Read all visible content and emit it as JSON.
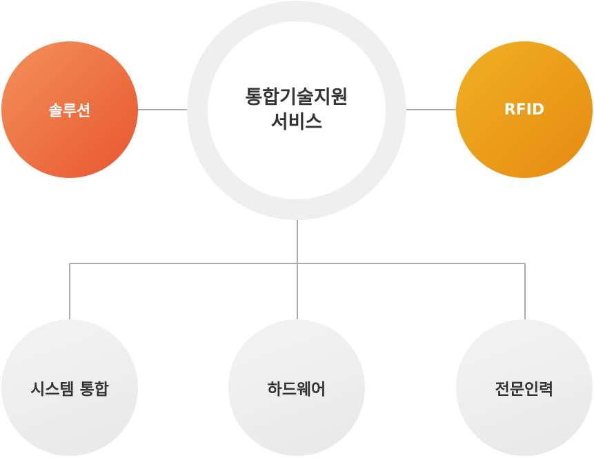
{
  "center": {
    "line1": "통합기술지원",
    "line2": "서비스"
  },
  "left_node": {
    "label": "솔루션"
  },
  "right_node": {
    "label": "RFID"
  },
  "bottom_nodes": [
    {
      "label": "시스템 통합"
    },
    {
      "label": "하드웨어"
    },
    {
      "label": "전문인력"
    }
  ],
  "colors": {
    "left_node": "#e85530",
    "right_node": "#e68a12",
    "bottom_node": "#ececec",
    "ring": "#efefef",
    "connector": "#aaaaaa"
  }
}
